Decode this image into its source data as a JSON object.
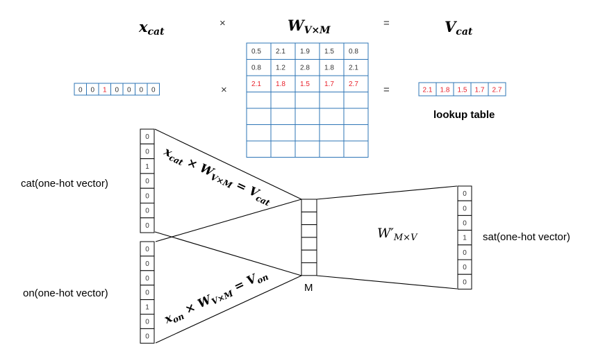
{
  "header": {
    "x_cat": "x",
    "x_cat_sub": "cat",
    "times": "×",
    "W": "W",
    "W_sub": "V×M",
    "equals": "=",
    "V": "V",
    "V_sub": "cat"
  },
  "onehot_input": [
    "0",
    "0",
    "1",
    "0",
    "0",
    "0",
    "0"
  ],
  "onehot_hot_index": 2,
  "row_times": "×",
  "row_equals": "=",
  "matrix": [
    [
      "0.5",
      "2.1",
      "1.9",
      "1.5",
      "0.8"
    ],
    [
      "0.8",
      "1.2",
      "2.8",
      "1.8",
      "2.1"
    ],
    [
      "2.1",
      "1.8",
      "1.5",
      "1.7",
      "2.7"
    ],
    [
      "",
      "",
      "",
      "",
      ""
    ],
    [
      "",
      "",
      "",
      "",
      ""
    ],
    [
      "",
      "",
      "",
      "",
      ""
    ],
    [
      "",
      "",
      "",
      "",
      ""
    ]
  ],
  "highlight_row": 2,
  "result_vector": [
    "2.1",
    "1.8",
    "1.5",
    "1.7",
    "2.7"
  ],
  "lookup_label": "lookup table",
  "cat_vector": [
    "0",
    "0",
    "1",
    "0",
    "0",
    "0",
    "0"
  ],
  "cat_label": "cat(one-hot vector)",
  "on_vector": [
    "0",
    "0",
    "0",
    "0",
    "1",
    "0",
    "0"
  ],
  "on_label": "on(one-hot vector)",
  "sat_vector": [
    "0",
    "0",
    "0",
    "1",
    "0",
    "0",
    "0"
  ],
  "sat_label": "sat(one-hot vector)",
  "hidden_label": "M",
  "eq_top": {
    "x": "x",
    "x_sub": "cat",
    "times": "×",
    "W": "W",
    "W_sub": "V×M",
    "equals": "=",
    "V": "V",
    "V_sub": "cat"
  },
  "eq_bottom": {
    "x": "x",
    "x_sub": "on",
    "times": "×",
    "W": "W",
    "W_sub": "V×M",
    "equals": "=",
    "V": "V",
    "V_sub": "on"
  },
  "w_prime": {
    "W": "W",
    "prime": "′",
    "sub": "M×V"
  },
  "colors": {
    "cell_border": "#2e75b6",
    "highlight": "#e8202a"
  }
}
